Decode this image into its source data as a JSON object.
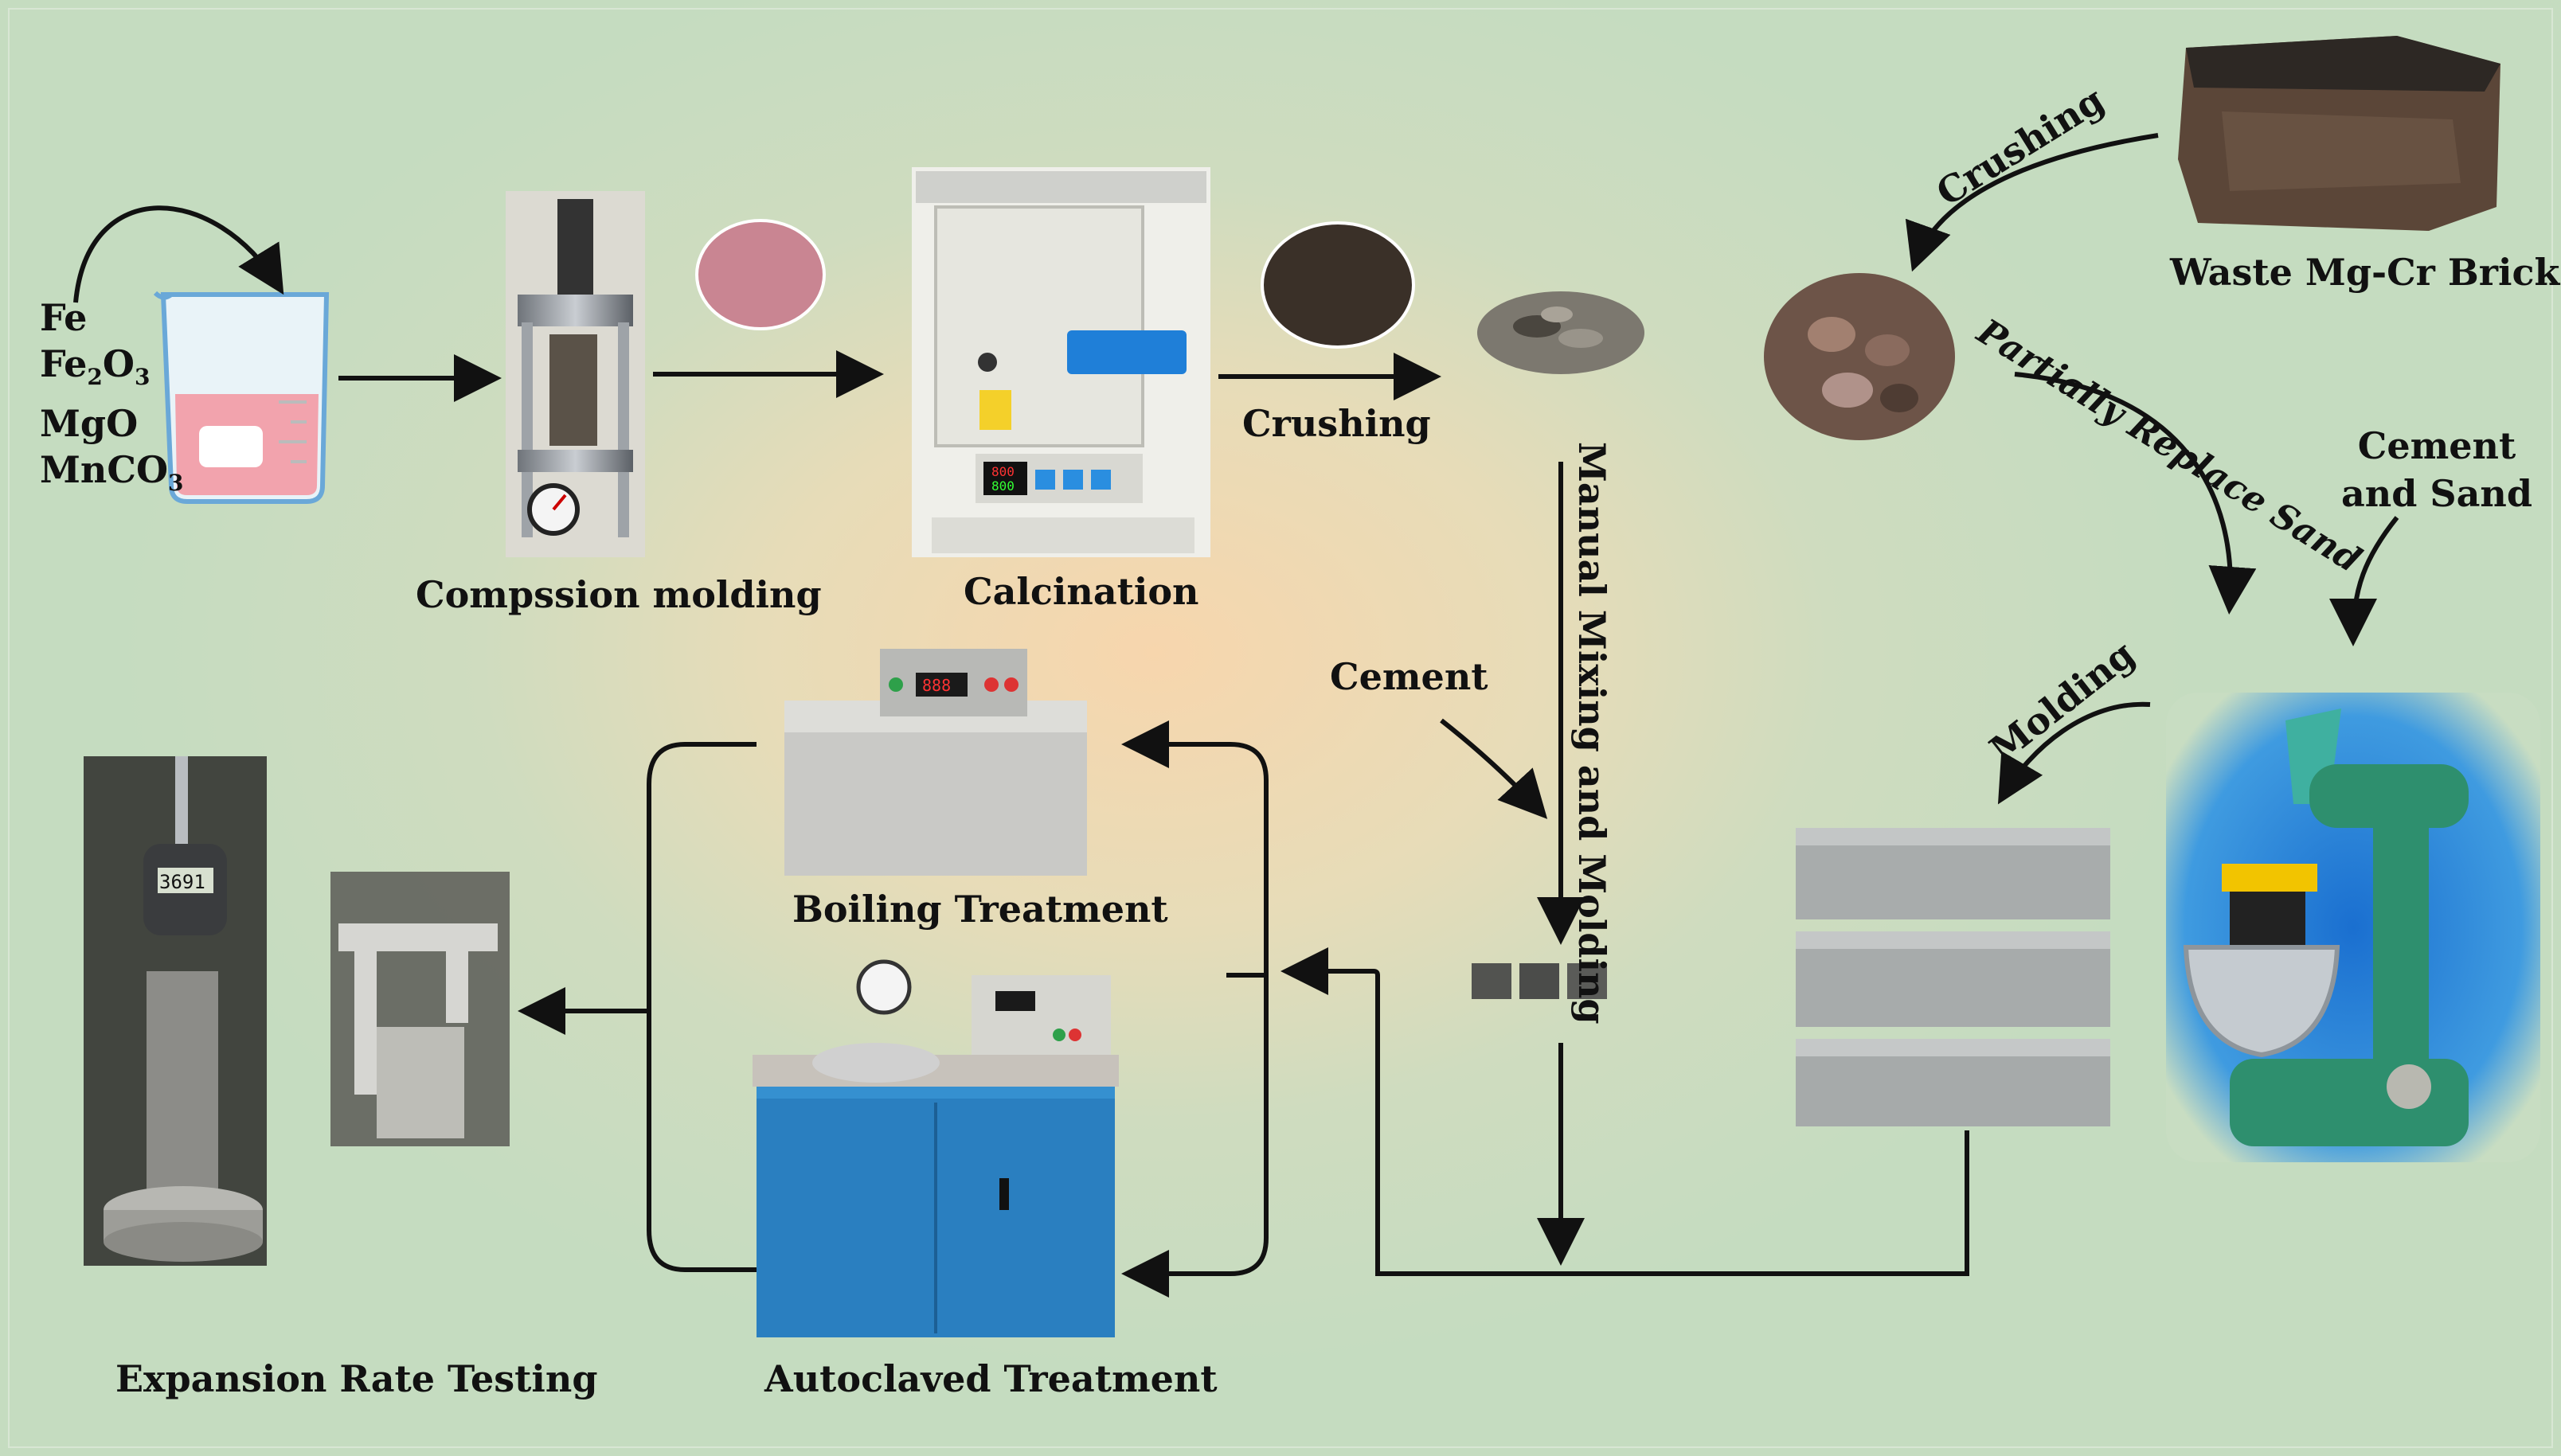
{
  "reagents": {
    "fe": "Fe",
    "fe2o3_a": "Fe",
    "fe2o3_b": "2",
    "fe2o3_c": "O",
    "fe2o3_d": "3",
    "mgo": "MgO",
    "mnco3_a": "MnCO",
    "mnco3_b": "3"
  },
  "steps": {
    "compression": "Compssion molding",
    "calcination": "Calcination",
    "crushing1": "Crushing",
    "waste_brick": "Waste Mg-Cr Brick",
    "crushing2": "Crushing",
    "partially_replace": "Partially Replace Sand",
    "cement_sand": "Cement and Sand",
    "molding": "Molding",
    "manual_mixing": "Manual Mixing and Molding",
    "cement": "Cement",
    "boiling": "Boiling Treatment",
    "autoclaved": "Autoclaved Treatment",
    "expansion": "Expansion Rate Testing"
  },
  "gauge_reading": "3691",
  "colors": {
    "arrow": "#111111",
    "mixer_green": "#2e8f6e",
    "cabinet_blue": "#2a7fc0",
    "pink_solution": "#f2a3ad",
    "bg_light": "#c8ddc2",
    "bg_warm": "#f7d6ad"
  }
}
